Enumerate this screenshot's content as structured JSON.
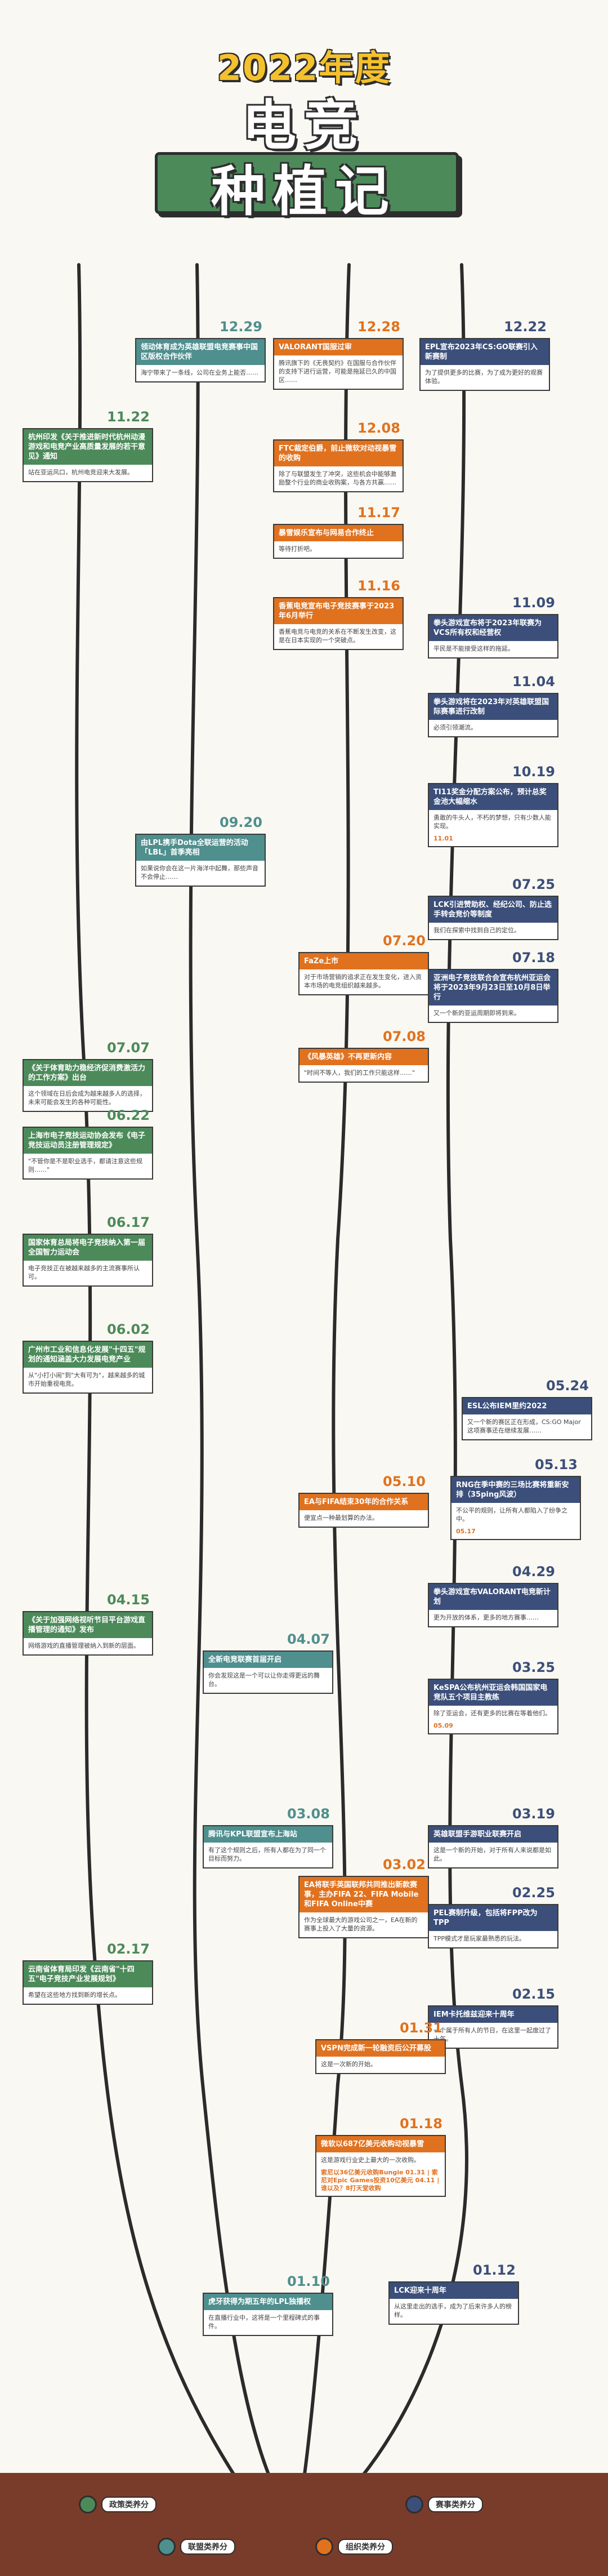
{
  "header": {
    "year": "2022年度",
    "line1": "电竞",
    "line2": "种植记"
  },
  "colors": {
    "policy": "#4c8a5a",
    "league": "#4f8f8e",
    "org": "#e0721f",
    "event": "#3b4f7a"
  },
  "legend": [
    {
      "label": "政策类养分",
      "color": "#4c8a5a"
    },
    {
      "label": "联盟类养分",
      "color": "#4f8f8e"
    },
    {
      "label": "组织类养分",
      "color": "#e0721f"
    },
    {
      "label": "赛事类养分",
      "color": "#3b4f7a"
    }
  ],
  "cards": [
    {
      "date": "12.29",
      "cat": "teal",
      "title": "领动体育成为英雄联盟电竞赛事中国区版权合作伙伴",
      "body": "海宁带来了一条线，公司在业务上能否……",
      "note": ""
    },
    {
      "date": "12.28",
      "cat": "orange",
      "title": "VALORANT国服过审",
      "body": "腾讯旗下的《无畏契约》在国服与合作伙伴的支持下进行运营，可能是拖延已久的中国区……",
      "note": ""
    },
    {
      "date": "12.22",
      "cat": "navy",
      "title": "EPL宣布2023年CS:GO联赛引入新赛制",
      "body": "为了提供更多的比赛，为了成为更好的观赛体验。",
      "note": ""
    },
    {
      "date": "11.22",
      "cat": "green",
      "title": "杭州印发《关于推进新时代杭州动漫游戏和电竞产业高质量发展的若干意见》通知",
      "body": "站在亚运风口，杭州电竞迎来大发展。",
      "note": ""
    },
    {
      "date": "12.08",
      "cat": "orange",
      "title": "FTC裁定伯爵，前止微软对动视暴雪的收购",
      "body": "除了与联盟发生了冲突，这些机会中能够激励整个行业的商业收购案，与各方共赢……",
      "note": ""
    },
    {
      "date": "11.17",
      "cat": "orange",
      "title": "暴雪娱乐宣布与网易合作终止",
      "body": "等待打折吧。",
      "note": ""
    },
    {
      "date": "11.16",
      "cat": "orange",
      "title": "香蕉电竞宣布电子竞技赛事于2023年6月举行",
      "body": "香蕉电竞与电竞的关系在不断发生改变，这是在日本实现的一个突破点。",
      "note": ""
    },
    {
      "date": "11.09",
      "cat": "navy",
      "title": "拳头游戏宣布将于2023年联赛为VCS所有权和经营权",
      "body": "平民是不能接受这样的拖延。",
      "note": ""
    },
    {
      "date": "11.04",
      "cat": "navy",
      "title": "拳头游戏将在2023年对英雄联盟国际赛事进行改制",
      "body": "必须引领潮流。",
      "note": ""
    },
    {
      "date": "10.19",
      "cat": "navy",
      "title": "TI11奖金分配方案公布，预计总奖金池大幅缩水",
      "body": "勇敢的牛头人，不朽的梦想，只有少数人能实现。",
      "note": "11.01"
    },
    {
      "date": "09.20",
      "cat": "teal",
      "title": "由LPL携手Dota全联运营的活动「LBL」首季亮相",
      "body": "如果说你会在这一片海洋中起舞，那些声音不会停止……",
      "note": ""
    },
    {
      "date": "07.25",
      "cat": "navy",
      "title": "LCK引进赞助权、经纪公司、防止选手转会竞价等制度",
      "body": "我们在探索中找到自己的定位。",
      "note": ""
    },
    {
      "date": "07.20",
      "cat": "orange",
      "title": "FaZe上市",
      "body": "对于市场营销的追求正在发生变化，进入资本市场的电竞组织越来越多。",
      "note": ""
    },
    {
      "date": "07.18",
      "cat": "navy",
      "title": "亚洲电子竞技联合会宣布杭州亚运会将于2023年9月23日至10月8日举行",
      "body": "又一个新的亚运周期即将到来。",
      "note": ""
    },
    {
      "date": "07.08",
      "cat": "orange",
      "title": "《风暴英雄》不再更新内容",
      "body": "\"时间不等人，我们的工作只能这样……\"",
      "note": ""
    },
    {
      "date": "07.07",
      "cat": "green",
      "title": "《关于体育助力稳经济促消费激活力的工作方案》出台",
      "body": "这个领域在日后会成为越来越多人的选择，未来可能会发生的各种可能性。",
      "note": ""
    },
    {
      "date": "06.22",
      "cat": "green",
      "title": "上海市电子竞技运动协会发布《电子竞技运动员注册管理规定》",
      "body": "\"不管你是不是职业选手，都请注意这些规则……\"",
      "note": ""
    },
    {
      "date": "06.17",
      "cat": "green",
      "title": "国家体育总局将电子竞技纳入第一届全国智力运动会",
      "body": "电子竞技正在被越来越多的主流赛事所认可。",
      "note": ""
    },
    {
      "date": "06.02",
      "cat": "green",
      "title": "广州市工业和信息化发展\"十四五\"规划的通知涵盖大力发展电竞产业",
      "body": "从\"小打小闹\"到\"大有可为\"，越来越多的城市开始重视电竞。",
      "note": ""
    },
    {
      "date": "05.24",
      "cat": "navy",
      "title": "ESL公布IEM里约2022",
      "body": "又一个新的赛区正在形成，CS:GO Major这项赛事还在继续发展……",
      "note": ""
    },
    {
      "date": "05.13",
      "cat": "navy",
      "title": "RNG在季中赛的三场比赛将重新安排（35ping风波）",
      "body": "不公平的规则，让所有人都陷入了纷争之中。",
      "note": "05.17"
    },
    {
      "date": "05.10",
      "cat": "orange",
      "title": "EA与FIFA结束30年的合作关系",
      "body": "便宜点一种最划算的办法。",
      "note": ""
    },
    {
      "date": "04.29",
      "cat": "navy",
      "title": "拳头游戏宣布VALORANT电竞新计划",
      "body": "更为开放的体系，更多的地方赛事……",
      "note": ""
    },
    {
      "date": "04.15",
      "cat": "green",
      "title": "《关于加强网络视听节目平台游戏直播管理的通知》发布",
      "body": "网络游戏的直播管理被纳入到新的层面。",
      "note": ""
    },
    {
      "date": "04.07",
      "cat": "teal",
      "title": "全新电竞联赛首届开启",
      "body": "你会发现这是一个可以让你走得更远的舞台。",
      "note": ""
    },
    {
      "date": "03.25",
      "cat": "navy",
      "title": "KeSPA公布杭州亚运会韩国国家电竞队五个项目主教练",
      "body": "除了亚运会，还有更多的比赛在等着他们。",
      "note": "05.09"
    },
    {
      "date": "03.19",
      "cat": "navy",
      "title": "英雄联盟手游职业联赛开启",
      "body": "这是一个新的开始，对于所有人来说都是如此。",
      "note": ""
    },
    {
      "date": "03.08",
      "cat": "teal",
      "title": "腾讯与KPL联盟宣布上海站",
      "body": "有了这个规则之后，所有人都在为了同一个目标而努力。",
      "note": ""
    },
    {
      "date": "03.02",
      "cat": "orange",
      "title": "EA将联手英国联邦共同推出新款赛事，主办FIFA 22、FIFA Mobile和FIFA Online中赛",
      "body": "作为全球最大的游戏公司之一，EA在新的赛事上投入了大量的资源。",
      "note": ""
    },
    {
      "date": "02.25",
      "cat": "navy",
      "title": "PEL赛制升级，包括将FPP改为TPP",
      "body": "TPP模式才是玩家最熟悉的玩法。",
      "note": ""
    },
    {
      "date": "02.17",
      "cat": "green",
      "title": "云南省体育局印发《云南省\"十四五\"电子竞技产业发展规划》",
      "body": "希望在这些地方找到新的增长点。",
      "note": ""
    },
    {
      "date": "02.15",
      "cat": "navy",
      "title": "IEM卡托维兹迎来十周年",
      "body": "一个属于所有人的节日，在这里一起度过了十年。",
      "note": ""
    },
    {
      "date": "01.31",
      "cat": "orange",
      "title": "VSPN完成新一轮融资后公开募股",
      "body": "这是一次新的开始。",
      "note": ""
    },
    {
      "date": "01.18",
      "cat": "orange",
      "title": "微软以687亿美元收购动视暴雪",
      "body": "这是游戏行业史上最大的一次收购。",
      "note": "索尼以36亿美元收购Bungie 01.31 | 索尼对Epic Games投资10亿美元 04.11 | 谁以及？8打天堂收购"
    },
    {
      "date": "01.12",
      "cat": "navy",
      "title": "LCK迎来十周年",
      "body": "从这里走出的选手，成为了后来许多人的榜样。",
      "note": ""
    },
    {
      "date": "01.10",
      "cat": "teal",
      "title": "虎牙获得为期五年的LPL独播权",
      "body": "在直播行业中，这将是一个里程碑式的事件。",
      "note": ""
    }
  ]
}
